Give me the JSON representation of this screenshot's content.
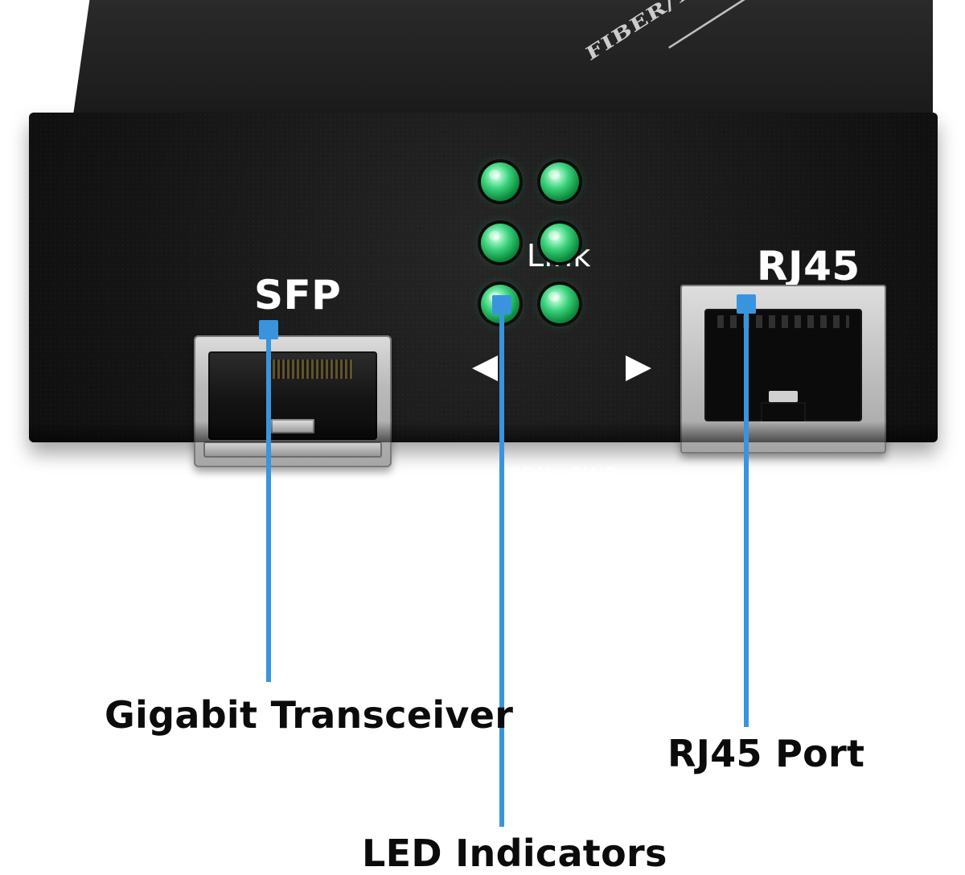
{
  "image": {
    "device_top_print": "FIBER/T TRANSCEIVER"
  },
  "labels": {
    "sfp": "SFP",
    "rj45": "RJ45",
    "link": "Link",
    "fdx": "FDX",
    "pwr": "PWR"
  },
  "callouts": [
    {
      "id": "gigabit-transceiver",
      "text": "Gigabit Transceiver"
    },
    {
      "id": "led-indicators",
      "text": "LED Indicators"
    },
    {
      "id": "rj45-port",
      "text": "RJ45 Port"
    }
  ],
  "colors": {
    "callout_blue": "#3a94dd",
    "led_green": "#39d07a",
    "device_black": "#151515"
  }
}
